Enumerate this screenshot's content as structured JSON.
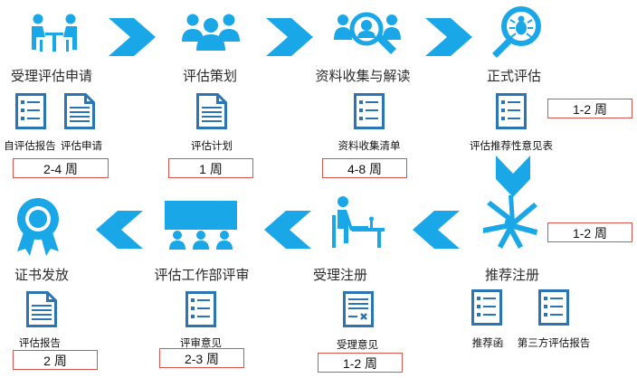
{
  "colors": {
    "accent": "#1aa7e8",
    "dark": "#2c75b5",
    "border": "#d9534f"
  },
  "stages": [
    {
      "name": "受理评估申请",
      "icon": "meeting-icon",
      "docs": [
        "自评估报告",
        "评估申请"
      ],
      "duration": "2-4 周"
    },
    {
      "name": "评估策划",
      "icon": "team-icon",
      "docs": [
        "评估计划"
      ],
      "duration": "1 周"
    },
    {
      "name": "资料收集与解读",
      "icon": "search-people-icon",
      "docs": [
        "资料收集清单"
      ],
      "duration": "4-8 周"
    },
    {
      "name": "正式评估",
      "icon": "bug-search-icon",
      "docs": [
        "评估推荐性意见表"
      ],
      "duration": "1-2 周"
    },
    {
      "name": "推荐注册",
      "icon": "hands-icon",
      "docs": [
        "推荐函",
        "第三方评估报告"
      ],
      "duration": "1-2 周"
    },
    {
      "name": "受理注册",
      "icon": "office-desk-icon",
      "docs": [
        "受理意见"
      ],
      "duration": "1-2 周"
    },
    {
      "name": "评估工作部评审",
      "icon": "presentation-icon",
      "docs": [
        "评审意见"
      ],
      "duration": "2-3 周"
    },
    {
      "name": "证书发放",
      "icon": "award-icon",
      "docs": [
        "评估报告"
      ],
      "duration": "2 周"
    }
  ]
}
